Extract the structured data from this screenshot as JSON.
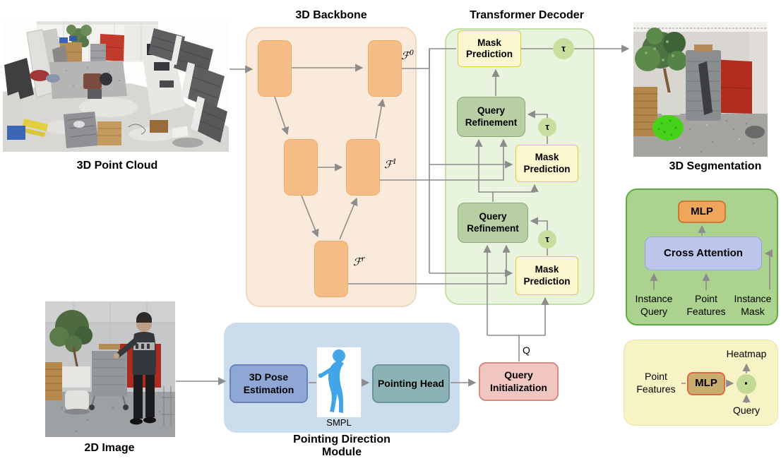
{
  "titles": {
    "backbone": "3D Backbone",
    "decoder": "Transformer Decoder",
    "point_cloud": "3D Point Cloud",
    "segmentation": "3D Segmentation",
    "image_2d": "2D Image",
    "pointing_module_line1": "Pointing Direction",
    "pointing_module_line2": "Module"
  },
  "blocks": {
    "mask_prediction": "Mask Prediction",
    "query_refinement": "Query Refinement",
    "tau": "τ",
    "query_initialization": "Query Initialization",
    "q": "Q",
    "pose_estimation": "3D Pose Estimation",
    "smpl": "SMPL",
    "pointing_head": "Pointing Head"
  },
  "features": {
    "f_base": "ℱ",
    "f0_sup": "0",
    "f1_sup": "1",
    "fr_sup": "r"
  },
  "refinement_detail": {
    "mlp": "MLP",
    "cross_attention": "Cross Attention",
    "input_query": "Instance Query",
    "input_features": "Point Features",
    "input_mask": "Instance Mask"
  },
  "mask_detail": {
    "point_features": "Point Features",
    "mlp": "MLP",
    "heatmap": "Heatmap",
    "query": "Query",
    "dot": "·"
  },
  "colors": {
    "backbone_fill": "#faeadb",
    "backbone_block": "#f6bd87",
    "decoder_fill": "#e9f4de",
    "mask_prediction_fill": "#fdf7cf",
    "mask_prediction_border": "#e3c93f",
    "query_refinement_fill": "#b7cfa2",
    "tau_fill": "#c9de9d",
    "query_init_fill": "#f1c5c0",
    "pointing_module_fill": "#cbdcec",
    "pose_fill": "#8ea7d5",
    "head_fill": "#8db2b5",
    "detail_green_fill": "#abd28e",
    "cross_attention_fill": "#bcc5ea",
    "mlp_orange_fill": "#f0a55c",
    "mlp_tan_fill": "#c8ad6d",
    "detail_yellow_fill": "#f8f3c4",
    "wire_gray": "#8c8c8c",
    "segmentation_highlight": "#47d219",
    "smpl_blue": "#42a5e8"
  }
}
